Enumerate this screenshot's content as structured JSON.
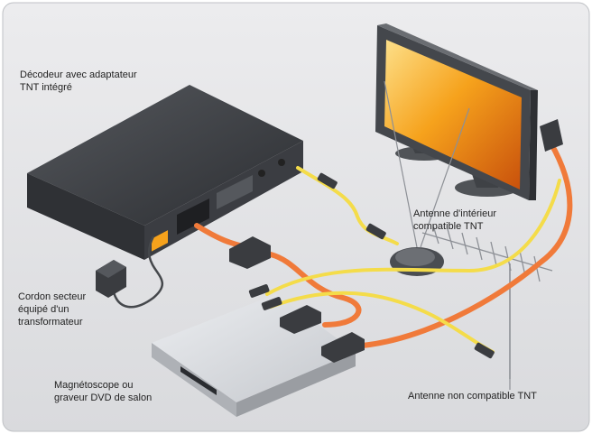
{
  "labels": {
    "decoder_line1": "Décodeur avec adaptateur",
    "decoder_line2": "TNT intégré",
    "antenna_indoor_line1": "Antenne d'intérieur",
    "antenna_indoor_line2": "compatible TNT",
    "power_line1": "Cordon secteur",
    "power_line2": "équipé d'un",
    "power_line3": "transformateur",
    "recorder_line1": "Magnétoscope ou",
    "recorder_line2": "graveur DVD de salon",
    "antenna_outdoor": "Antenne non compatible TNT"
  },
  "colors": {
    "background": "#e6e6e8",
    "decoder_body": "#3a3c40",
    "scart_cable": "#f07a3a",
    "coax_cable": "#f4dc4a",
    "tv_screen": "#f6a21c",
    "recorder_body": "#d4d6da"
  }
}
